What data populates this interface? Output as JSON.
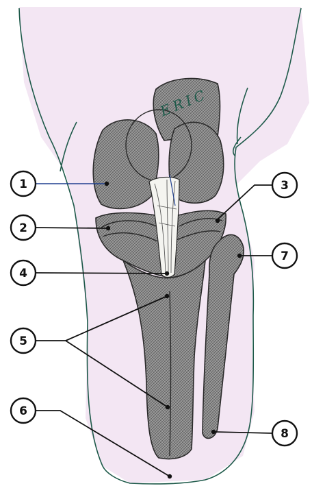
{
  "diagram": {
    "skin_color": "#f3e6f3",
    "bone_color": "#8f8f8f",
    "ligament_color": "#f4f4f0",
    "outline_color": "#2a2a2a",
    "label_color": "#111111",
    "blue_leader_color": "#1f3f8f",
    "logo_text": "ERIC",
    "callouts": [
      {
        "id": "1",
        "label": "1"
      },
      {
        "id": "2",
        "label": "2"
      },
      {
        "id": "3",
        "label": "3"
      },
      {
        "id": "4",
        "label": "4"
      },
      {
        "id": "5",
        "label": "5"
      },
      {
        "id": "6",
        "label": "6"
      },
      {
        "id": "7",
        "label": "7"
      },
      {
        "id": "8",
        "label": "8"
      }
    ]
  }
}
